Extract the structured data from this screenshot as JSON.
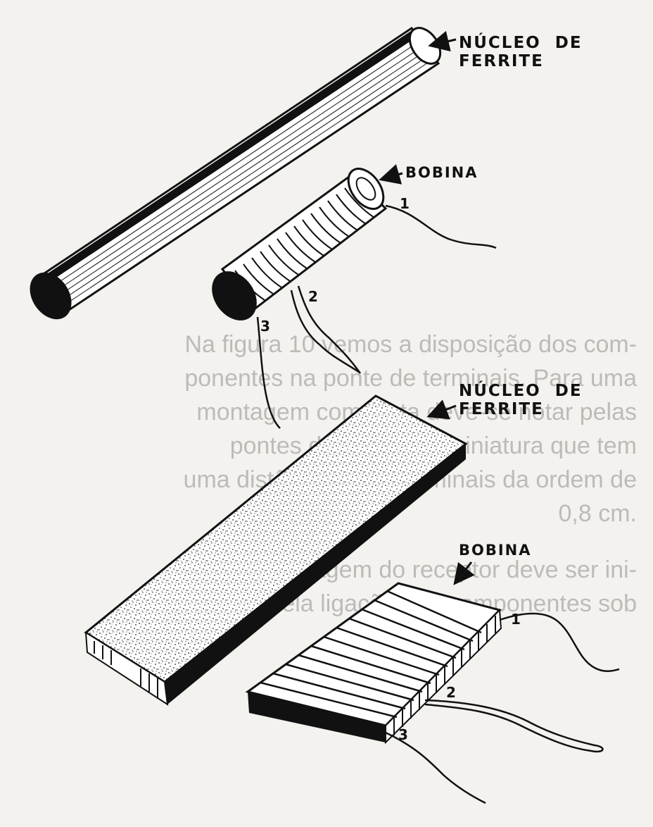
{
  "labels": {
    "rod_core": [
      "NÚCLEO  DE",
      "FERRITE"
    ],
    "rod_coil": "BOBINA",
    "rod_terminals": [
      "1",
      "2",
      "3"
    ],
    "slab_core": [
      "NÚCLEO  DE",
      "FERRITE"
    ],
    "slab_coil": "BOBINA",
    "slab_terminals": [
      "1",
      "2",
      "3"
    ]
  },
  "bleed_through_text": [
    "Na figura 10 vemos  a disposição dos com-",
    "ponentes na ponte de terminais. Para uma",
    "montagem compacta deve-se notar pelas",
    "pontes  de  terminais  miniatura  que  tem",
    "uma distância entre  terminais da ordem de",
    "0,8 cm.",
    "A  montagem  do  receptor  deve  ser  ini-",
    "ciada pela ligação dos  componentes  sob"
  ],
  "colors": {
    "paper": "#f4f2ee",
    "ink": "#111111",
    "bleed": "#bdbbb7"
  }
}
